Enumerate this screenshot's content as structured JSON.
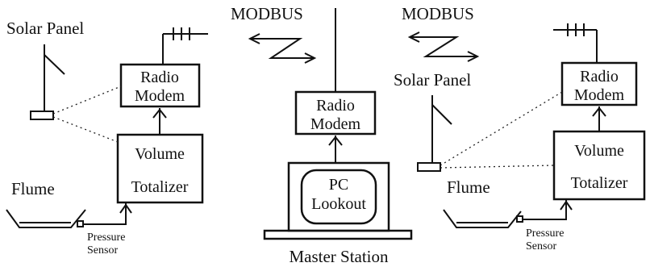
{
  "modbus_left": "MODBUS",
  "modbus_right": "MODBUS",
  "left_station": {
    "solar_panel": "Solar Panel",
    "radio_modem": [
      "Radio",
      "Modem"
    ],
    "volume_totalizer": [
      "Volume",
      "Totalizer"
    ],
    "flume": "Flume",
    "pressure_sensor": [
      "Pressure",
      "Sensor"
    ]
  },
  "master": {
    "radio_modem": [
      "Radio",
      "Modem"
    ],
    "pc_lookout": [
      "PC",
      "Lookout"
    ],
    "label": "Master Station"
  },
  "right_station": {
    "solar_panel": "Solar Panel",
    "radio_modem": [
      "Radio",
      "Modem"
    ],
    "volume_totalizer": [
      "Volume",
      "Totalizer"
    ],
    "flume": "Flume",
    "pressure_sensor": [
      "Pressure",
      "Sensor"
    ]
  }
}
